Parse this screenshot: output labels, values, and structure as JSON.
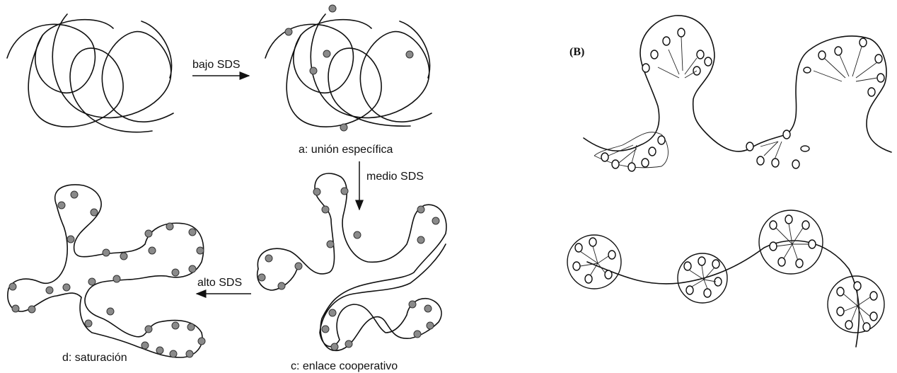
{
  "labels": {
    "low": "bajo SDS",
    "a": "a: unión específica",
    "medium": "medio SDS",
    "high": "alto SDS",
    "c": "c: enlace cooperativo",
    "d": "d: saturación",
    "panel_b": "(B)"
  },
  "colors": {
    "ink": "#111111",
    "bead_fill": "#8a8a8a",
    "background": "#ffffff"
  }
}
